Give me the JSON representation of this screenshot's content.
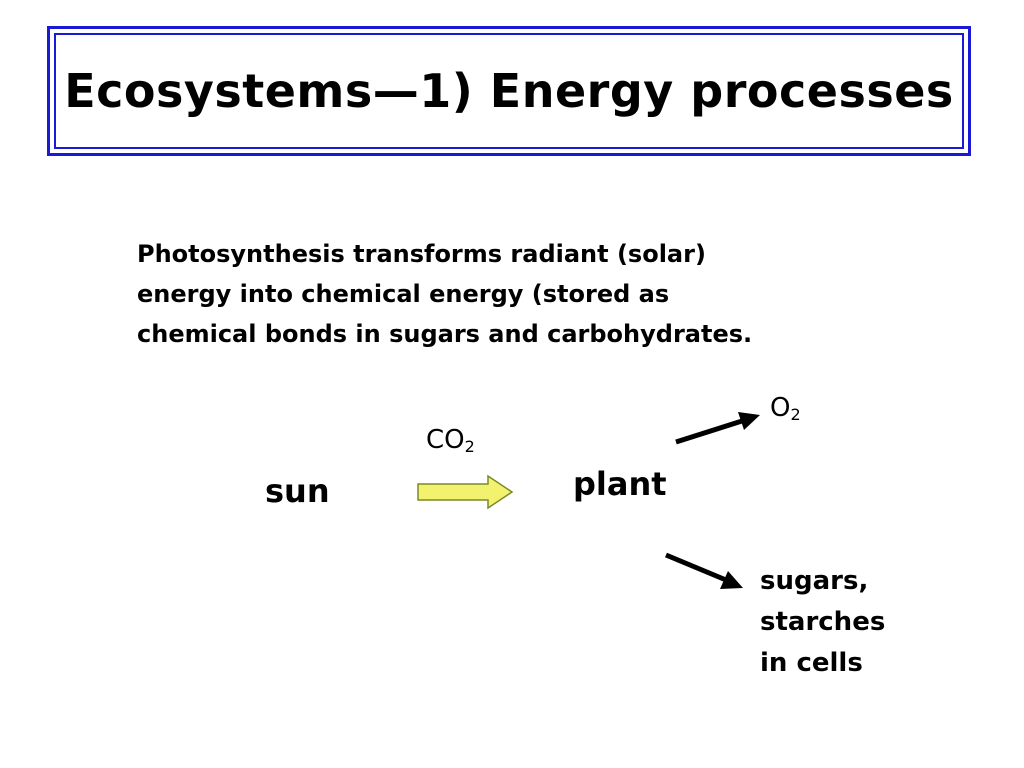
{
  "title": "Ecosystems—1) Energy processes",
  "body_lines": [
    "Photosynthesis transforms radiant (solar)",
    "energy into chemical energy (stored as",
    "chemical bonds in sugars and carbohydrates."
  ],
  "diagram": {
    "sun_label": "sun",
    "plant_label": "plant",
    "co2": {
      "base": "CO",
      "subscript": "2"
    },
    "o2": {
      "base": "O",
      "subscript": "2"
    },
    "sugars_lines": [
      "sugars,",
      "starches",
      "in cells"
    ],
    "colors": {
      "title_border": "#1a1ad6",
      "block_arrow_fill": "#f2f26e",
      "block_arrow_stroke": "#7a8a2a",
      "line_arrow": "#000000"
    }
  }
}
